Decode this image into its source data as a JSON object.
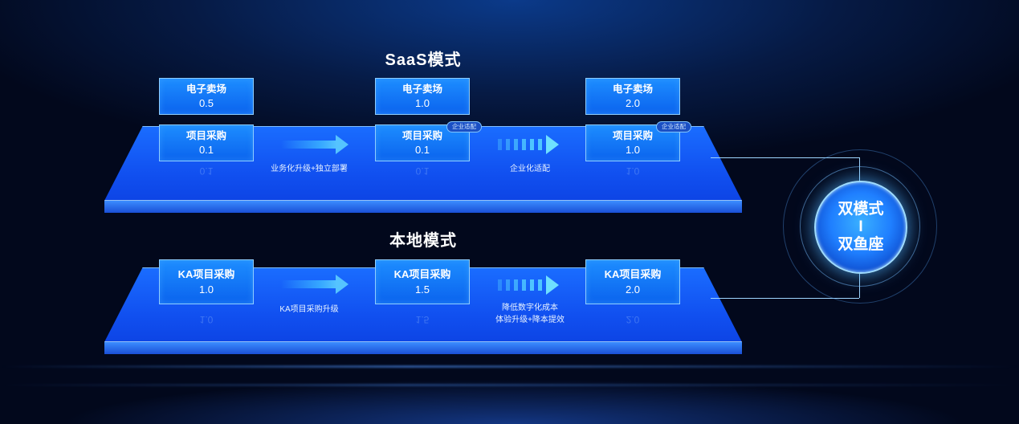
{
  "saas": {
    "title": "SaaS模式",
    "top_cards": [
      {
        "name": "电子卖场",
        "version": "0.5"
      },
      {
        "name": "电子卖场",
        "version": "1.0"
      },
      {
        "name": "电子卖场",
        "version": "2.0"
      }
    ],
    "bottom_cards": [
      {
        "name": "项目采购",
        "version": "0.1",
        "badge": ""
      },
      {
        "name": "项目采购",
        "version": "0.1",
        "badge": "企业适配"
      },
      {
        "name": "项目采购",
        "version": "1.0",
        "badge": "企业适配"
      }
    ],
    "step1_label": "业务化升级+独立部署",
    "step2_label": "企业化适配"
  },
  "local": {
    "title": "本地模式",
    "cards": [
      {
        "name": "KA项目采购",
        "version": "1.0"
      },
      {
        "name": "KA项目采购",
        "version": "1.5"
      },
      {
        "name": "KA项目采购",
        "version": "2.0"
      }
    ],
    "step1_label": "KA项目采购升级",
    "step2_label_line1": "降低数字化成本",
    "step2_label_line2": "体验升级+降本提效"
  },
  "orb": {
    "line1": "双模式",
    "line2": "I",
    "line3": "双鱼座"
  },
  "colors": {
    "accent": "#1a6dff",
    "arrow": "#4ec6ff",
    "background": "#02081c"
  }
}
